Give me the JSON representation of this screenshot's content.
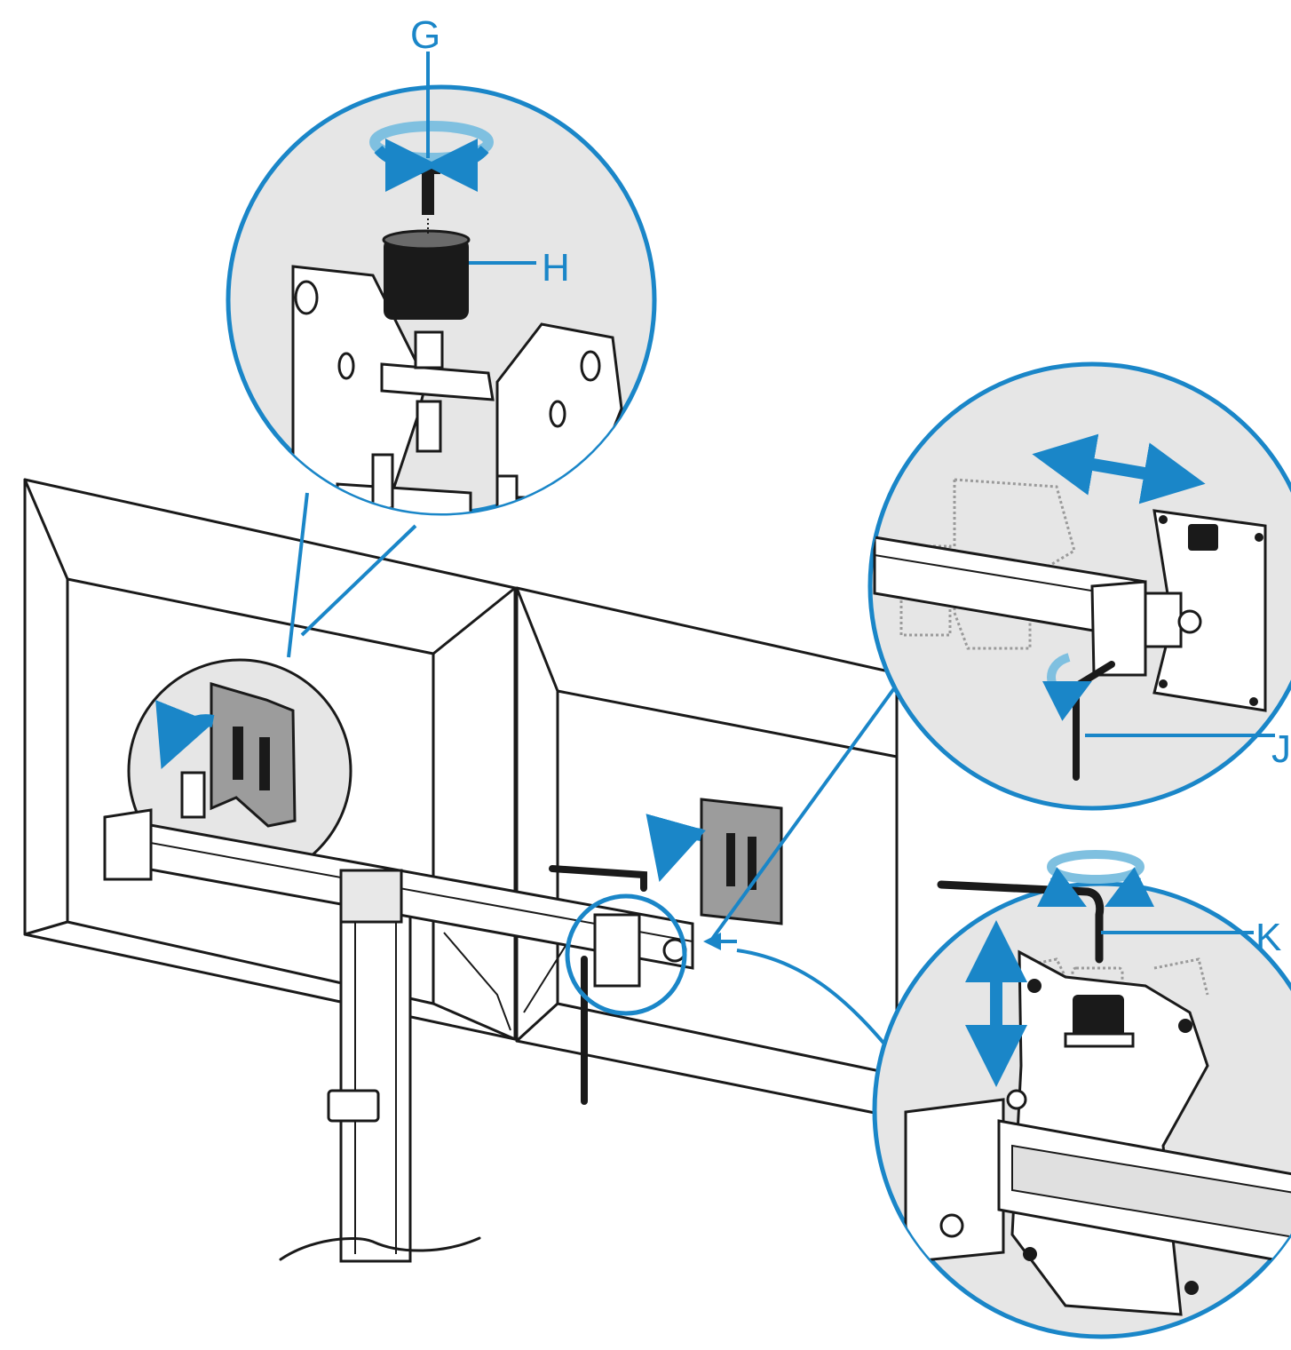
{
  "labels": {
    "g": "G",
    "h": "H",
    "j": "J",
    "k": "K"
  },
  "colors": {
    "accent": "#1a86c8",
    "accent_light": "#7fc0e0",
    "line": "#1a1a1a",
    "zoom_fill": "#ececec",
    "ghost": "#9a9a9a"
  }
}
